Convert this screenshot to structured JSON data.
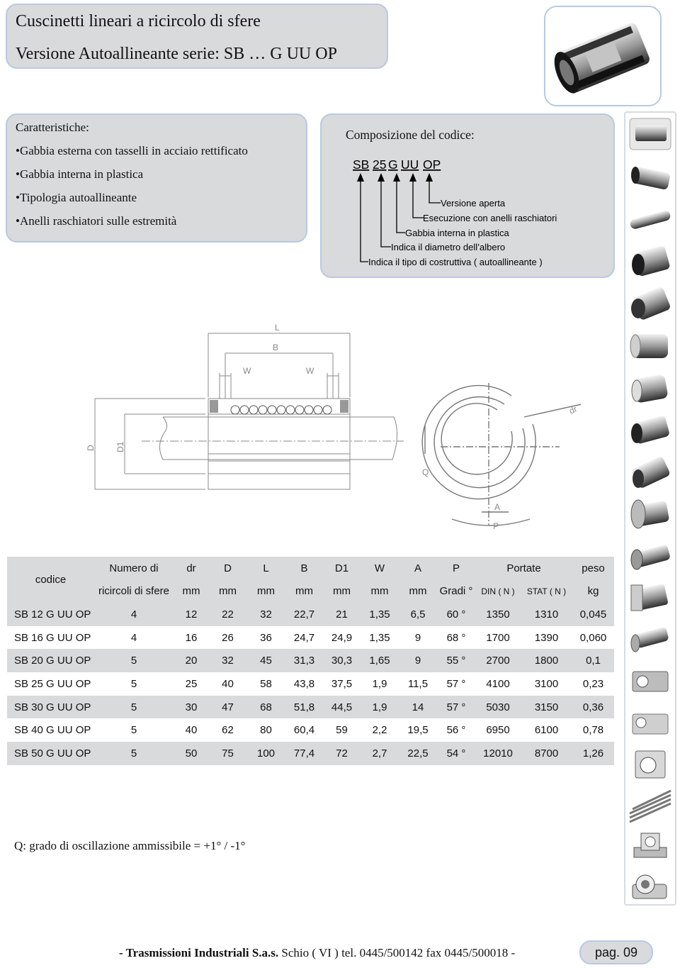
{
  "header": {
    "title_line1": "Cuscinetti lineari a ricircolo di sfere",
    "title_line2": "Versione Autoallineante serie: SB … G UU OP"
  },
  "features": {
    "heading": "Caratteristiche:",
    "items": [
      "•Gabbia esterna con tasselli in acciaio rettificato",
      "•Gabbia interna in plastica",
      "•Tipologia autoallineante",
      "•Anelli raschiatori sulle estremità"
    ]
  },
  "code_composition": {
    "title": "Composizione del codice:",
    "parts": [
      "SB",
      "25",
      "G",
      "UU",
      "OP"
    ],
    "labels": [
      "Versione aperta",
      "Esecuzione con anelli raschiatori",
      "Gabbia interna in plastica",
      "Indica il diametro dell’albero",
      "Indica il tipo di costruttiva ( autoallineante  )"
    ]
  },
  "drawing_labels": {
    "L": "L",
    "B": "B",
    "W1": "W",
    "W2": "W",
    "D": "D",
    "D1": "D1",
    "dr": "dr",
    "Q": "Q",
    "A": "A",
    "P": "P"
  },
  "table": {
    "header_row1": {
      "codice": "codice",
      "numero": "Numero di",
      "dr": "dr",
      "D": "D",
      "L": "L",
      "B": "B",
      "D1": "D1",
      "W": "W",
      "A": "A",
      "P": "P",
      "portate": "Portate",
      "peso": "peso"
    },
    "header_row2": {
      "numero": "ricircoli di sfere",
      "dr": "mm",
      "D": "mm",
      "L": "mm",
      "B": "mm",
      "D1": "mm",
      "W": "mm",
      "A": "mm",
      "P": "Gradi °",
      "din": "DIN ( N )",
      "stat": "STAT ( N )",
      "peso": "kg"
    },
    "rows": [
      [
        "SB 12 G UU OP",
        "4",
        "12",
        "22",
        "32",
        "22,7",
        "21",
        "1,35",
        "6,5",
        "60 °",
        "1350",
        "1310",
        "0,045"
      ],
      [
        "SB 16 G UU OP",
        "4",
        "16",
        "26",
        "36",
        "24,7",
        "24,9",
        "1,35",
        "9",
        "68 °",
        "1700",
        "1390",
        "0,060"
      ],
      [
        "SB 20 G UU OP",
        "5",
        "20",
        "32",
        "45",
        "31,3",
        "30,3",
        "1,65",
        "9",
        "55 °",
        "2700",
        "1800",
        "0,1"
      ],
      [
        "SB 25 G UU OP",
        "5",
        "25",
        "40",
        "58",
        "43,8",
        "37,5",
        "1,9",
        "11,5",
        "57 °",
        "4100",
        "3100",
        "0,23"
      ],
      [
        "SB 30 G UU OP",
        "5",
        "30",
        "47",
        "68",
        "51,8",
        "44,5",
        "1,9",
        "14",
        "57 °",
        "5030",
        "3150",
        "0,36"
      ],
      [
        "SB 40 G UU OP",
        "5",
        "40",
        "62",
        "80",
        "60,4",
        "59",
        "2,2",
        "19,5",
        "56 °",
        "6950",
        "6100",
        "0,78"
      ],
      [
        "SB 50 G UU OP",
        "5",
        "50",
        "75",
        "100",
        "77,4",
        "72",
        "2,7",
        "22,5",
        "54 °",
        "12010",
        "8700",
        "1,26"
      ]
    ]
  },
  "note": "Q: grado di oscillazione ammissibile = +1° / -1°",
  "footer": {
    "company": "- Trasmissioni Industriali S.a.s.",
    "contact": " Schio ( VI ) tel. 0445/500142  fax  0445/500018 -",
    "page": "pag. 09"
  }
}
